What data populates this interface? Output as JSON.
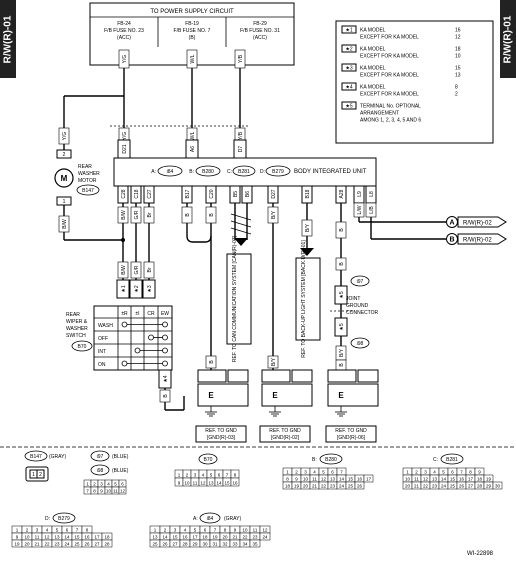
{
  "side_tab_left": "R/W(R)-01",
  "side_tab_right": "R/W(R)-01",
  "power_supply": {
    "title": "TO POWER SUPPLY CIRCUIT",
    "fuses": [
      {
        "line1": "FB-24",
        "line2": "F/B FUSE NO. 23",
        "line3": "(ACC)"
      },
      {
        "line1": "FB-19",
        "line2": "F/B FUSE NO. 7",
        "line3": "(B)"
      },
      {
        "line1": "FB-29",
        "line2": "F/B FUSE NO. 31",
        "line3": "(ACC)"
      }
    ],
    "wire_colors_top": [
      "Y/G",
      "W/L",
      "Y/B"
    ],
    "wire_colors_bottom": [
      "Y/G",
      "W/L",
      "Y/B"
    ]
  },
  "legend": [
    {
      "mark": "★1",
      "lines": [
        "KA MODEL",
        "EXCEPT FOR KA MODEL"
      ],
      "values": [
        "16",
        "12"
      ]
    },
    {
      "mark": "★2",
      "lines": [
        "KA MODEL",
        "EXCEPT FOR KA MODEL"
      ],
      "values": [
        "18",
        "10"
      ]
    },
    {
      "mark": "★3",
      "lines": [
        "KA MODEL",
        "EXCEPT FOR KA MODEL"
      ],
      "values": [
        "15",
        "13"
      ]
    },
    {
      "mark": "★4",
      "lines": [
        "KA MODEL",
        "EXCEPT FOR KA MODEL"
      ],
      "values": [
        "8",
        "2"
      ]
    },
    {
      "mark": "★5",
      "lines": [
        "TERMINAL No. OPTIONAL",
        "ARRANGEMENT",
        "AMONG 1, 2, 3, 4, 5 AND 6"
      ],
      "values": []
    }
  ],
  "body_unit": {
    "label": "BODY INTEGRATED UNIT",
    "connectors": [
      {
        "letter": "A:",
        "id": "i84"
      },
      {
        "letter": "B:",
        "id": "B280"
      },
      {
        "letter": "C:",
        "id": "B281"
      },
      {
        "letter": "D:",
        "id": "B279"
      }
    ],
    "top_pins": [
      "D21",
      "A6",
      "D7"
    ],
    "bottom_pins": [
      "C28",
      "C18",
      "C27",
      "B17",
      "C20",
      "B5",
      "B6",
      "D27",
      "B18",
      "A28",
      "L9",
      "L8"
    ],
    "bottom_wire_colors": [
      "B/W",
      "G/R",
      "Br",
      "B",
      "B",
      "",
      "",
      "B/Y",
      "B/Y",
      "B",
      "L/W",
      "L/B"
    ]
  },
  "motor": {
    "label_lines": [
      "REAR",
      "WASHER",
      "MOTOR"
    ],
    "connector": "B147",
    "pins": [
      "2",
      "1"
    ],
    "wire_colors": [
      "Y/G",
      "B/W"
    ],
    "symbol": "M"
  },
  "switch": {
    "label_lines": [
      "REAR",
      "WIPER &",
      "WASHER",
      "SWITCH"
    ],
    "connector": "B70",
    "header": [
      "±R",
      "±I",
      "CR",
      "EW"
    ],
    "rows": [
      "WASH",
      "OFF",
      "INT",
      "ON"
    ],
    "pin_marks": [
      "★1",
      "★2",
      "★3",
      "★4"
    ],
    "wire_colors": [
      "B/W",
      "G/R",
      "Br"
    ],
    "ground_wire": "B"
  },
  "can_ref": "REF. TO CAN COMMUNICATION SYSTEM [CAN(R)-03]",
  "backup_ref": "REF. TO BACK-UP LIGHT SYSTEM [BACK.U(R)-01]",
  "backup_wire": "B/Y",
  "arrows": [
    {
      "letter": "A",
      "ref": "R/W(R)-02"
    },
    {
      "letter": "B",
      "ref": "R/W(R)-02"
    }
  ],
  "joint_connector": {
    "label_lines": [
      "JOINT",
      "GROUND",
      "CONNECTOR"
    ],
    "connectors": [
      "i97",
      "i98"
    ],
    "pins": [
      "★5",
      "★5"
    ],
    "wire_colors": [
      "B",
      "B/Y"
    ]
  },
  "grounds": [
    {
      "symbol": "E",
      "wire": "B",
      "ref_lines": [
        "REF. TO GND",
        "[GND(R)-03]"
      ]
    },
    {
      "symbol": "E",
      "wire": "B/Y",
      "ref_lines": [
        "REF. TO GND",
        "[GND(R)-02]"
      ]
    },
    {
      "symbol": "E",
      "wire": "B",
      "ref_lines": [
        "REF. TO GND",
        "[GND(R)-06]"
      ]
    }
  ],
  "connector_views": {
    "b147": {
      "id": "B147",
      "color": "(GRAY)",
      "pins": [
        "1",
        "2"
      ]
    },
    "i97": {
      "id": "i97",
      "color": "(BLUE)"
    },
    "i98": {
      "id": "i98",
      "color": "(BLUE)"
    },
    "i9798_rows": [
      [
        "1",
        "2",
        "3",
        "4",
        "5",
        "6"
      ],
      [
        "7",
        "8",
        "9",
        "10",
        "11",
        "12"
      ]
    ],
    "b70": {
      "id": "B70",
      "rows": [
        [
          "1",
          "2",
          "3",
          "4",
          "5",
          "6",
          "7",
          "8"
        ],
        [
          "9",
          "10",
          "11",
          "12",
          "13",
          "14",
          "15",
          "16"
        ]
      ]
    },
    "b280": {
      "id": "B280",
      "prefix": "B:",
      "rows": [
        [
          "1",
          "2",
          "3",
          "4",
          "5",
          "6",
          "7"
        ],
        [
          "8",
          "9",
          "10",
          "11",
          "12",
          "13",
          "14",
          "15",
          "16",
          "17"
        ],
        [
          "18",
          "19",
          "20",
          "21",
          "22",
          "23",
          "24",
          "25",
          "26"
        ]
      ]
    },
    "b281": {
      "id": "B281",
      "prefix": "C:",
      "rows": [
        [
          "1",
          "2",
          "3",
          "4",
          "5",
          "6",
          "7",
          "8",
          "9"
        ],
        [
          "10",
          "11",
          "12",
          "13",
          "14",
          "15",
          "16",
          "17",
          "18",
          "19"
        ],
        [
          "20",
          "21",
          "22",
          "23",
          "24",
          "25",
          "26",
          "27",
          "28",
          "29",
          "30"
        ]
      ]
    },
    "b279": {
      "id": "B279",
      "prefix": "D:",
      "rows": [
        [
          "1",
          "2",
          "3",
          "4",
          "5",
          "6",
          "7",
          "8"
        ],
        [
          "9",
          "10",
          "11",
          "12",
          "13",
          "14",
          "15",
          "16",
          "17",
          "18"
        ],
        [
          "19",
          "20",
          "21",
          "22",
          "23",
          "24",
          "25",
          "26",
          "27",
          "28"
        ]
      ]
    },
    "i84": {
      "id": "i84",
      "prefix": "A:",
      "color": "(GRAY)",
      "rows": [
        [
          "1",
          "2",
          "3",
          "4",
          "5",
          "6",
          "7",
          "8",
          "9",
          "10",
          "11",
          "12"
        ],
        [
          "13",
          "14",
          "15",
          "16",
          "17",
          "18",
          "19",
          "20",
          "21",
          "22",
          "23",
          "24"
        ],
        [
          "25",
          "26",
          "27",
          "28",
          "29",
          "30",
          "31",
          "32",
          "33",
          "34",
          "35"
        ]
      ]
    }
  },
  "footer_code": "WI-22898"
}
